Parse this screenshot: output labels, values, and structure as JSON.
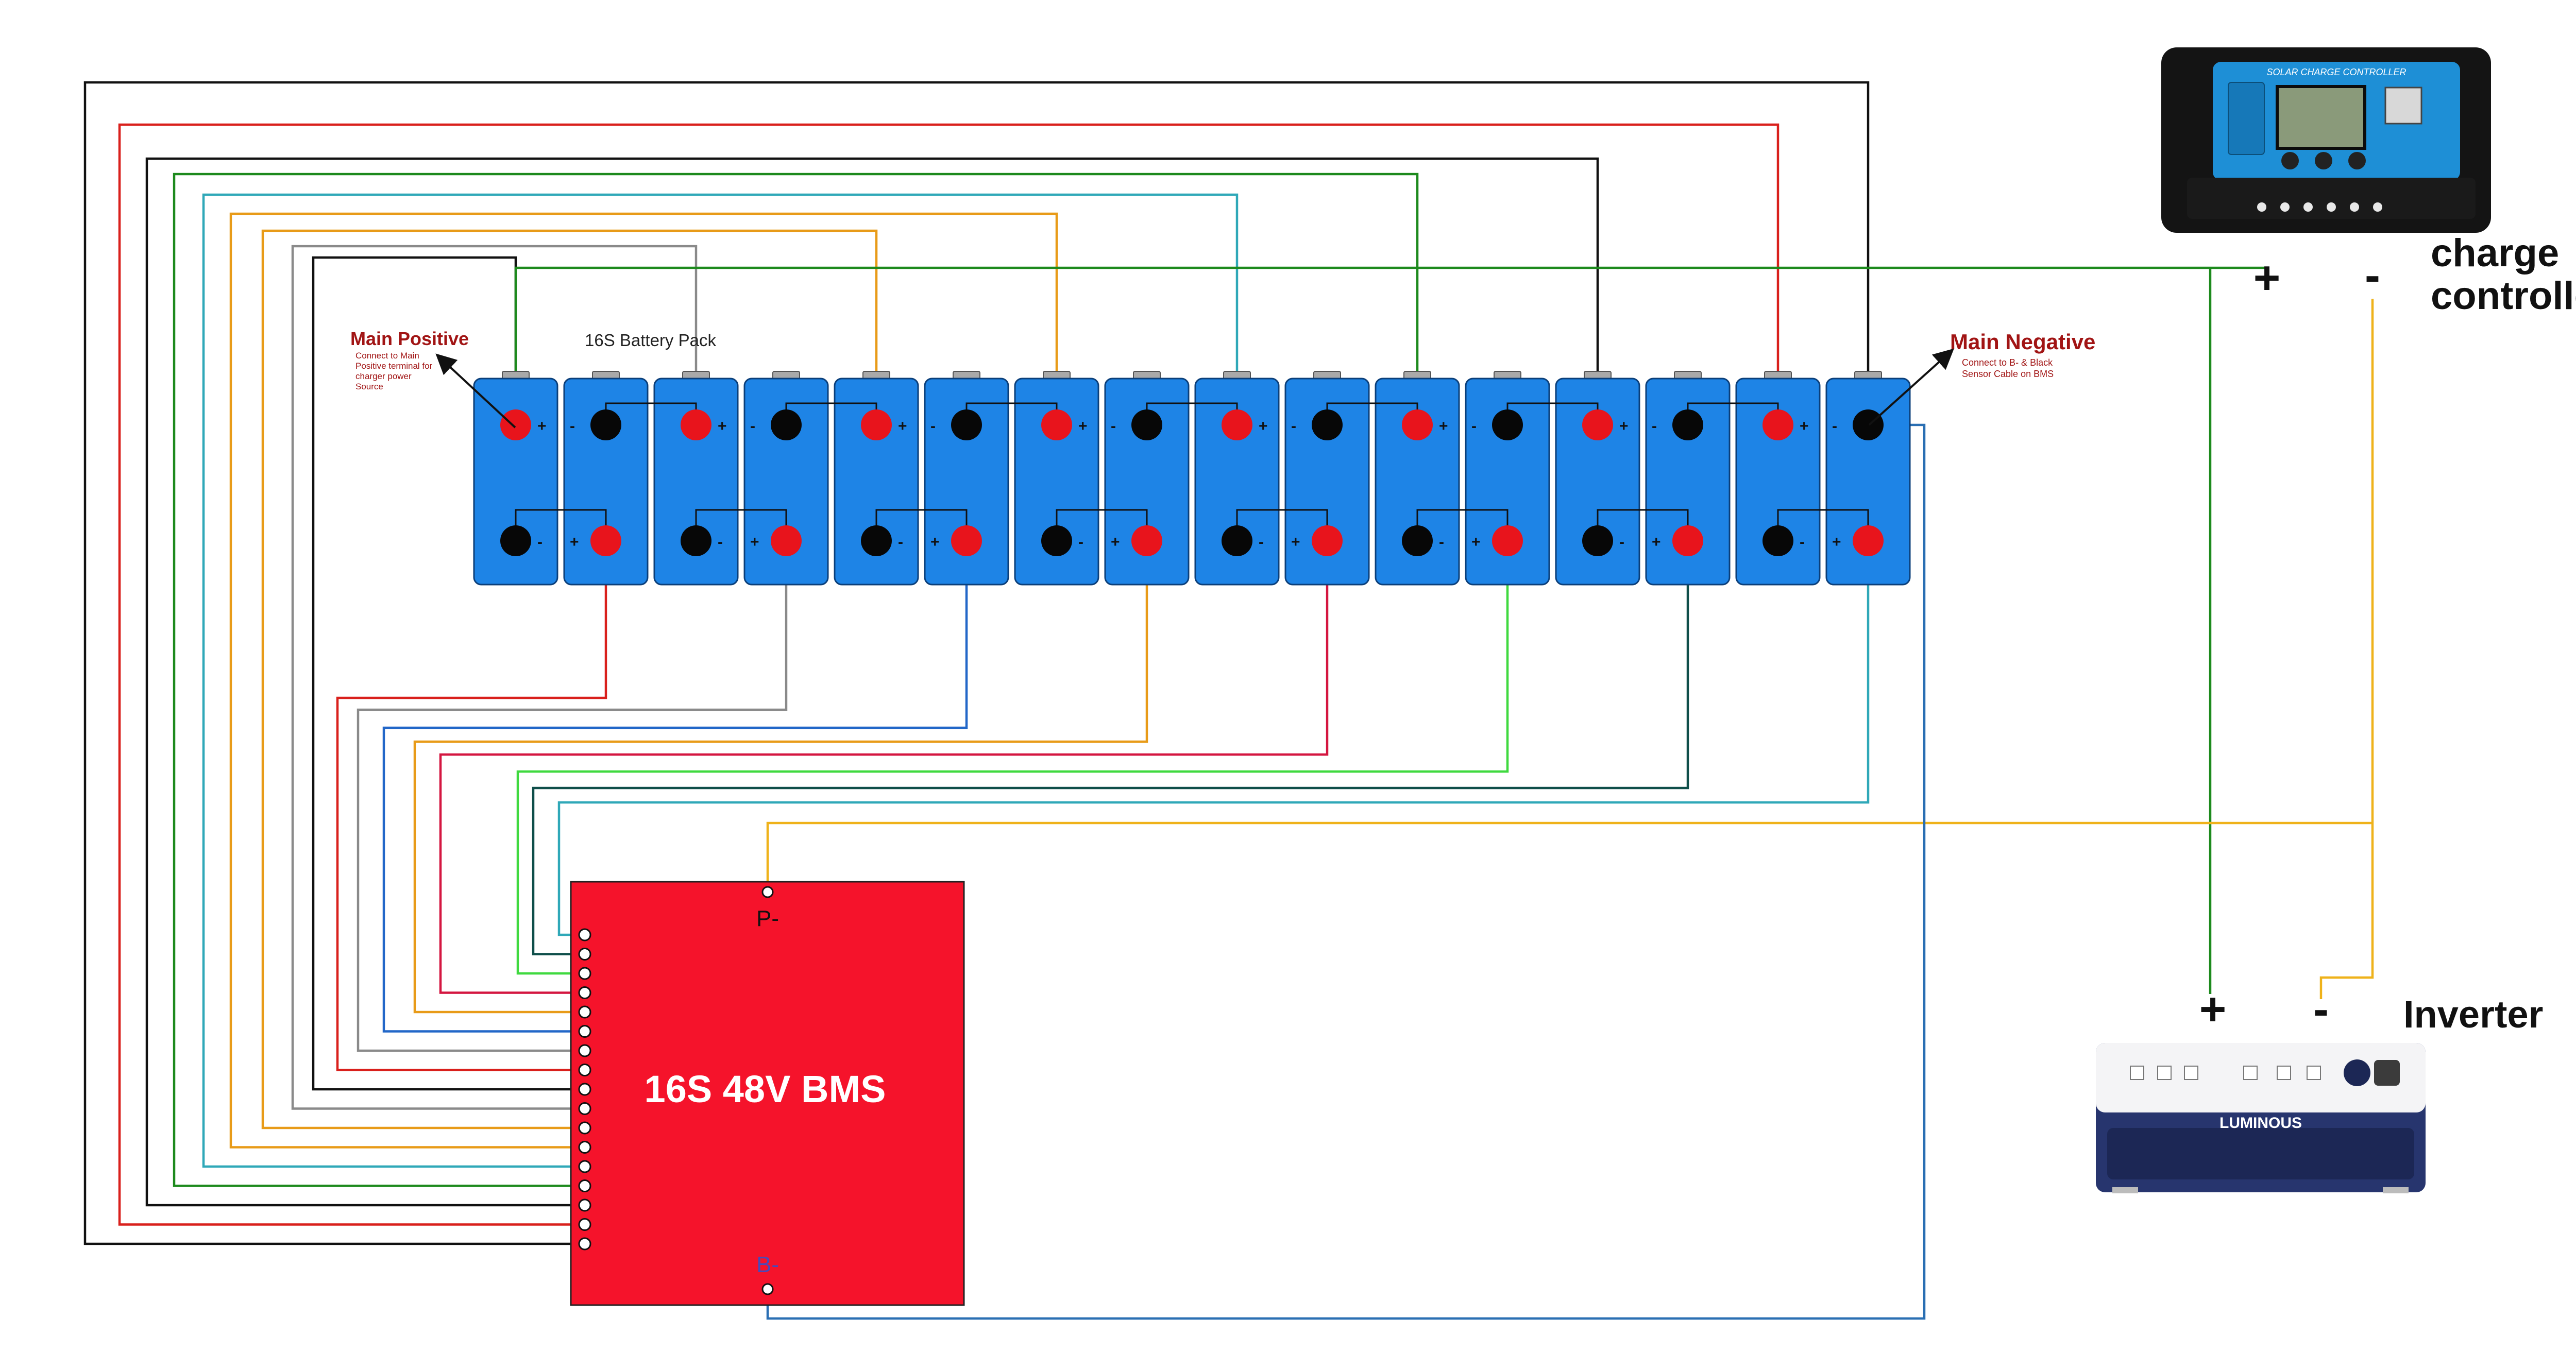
{
  "pack": {
    "title": "16S Battery Pack",
    "main_positive_title": "Main Positive",
    "main_positive_note": [
      "Connect to Main",
      "Positive terminal for",
      "charger power",
      "Source"
    ],
    "main_negative_title": "Main Negative",
    "main_negative_note": [
      "Connect to B- & Black",
      "Sensor Cable on BMS"
    ],
    "plus_sign": "+",
    "minus_sign": "-"
  },
  "bms": {
    "label": "16S 48V BMS",
    "p_minus": "P-",
    "b_minus": "B-",
    "sensor_pin_count": 17,
    "color": "#f5132b"
  },
  "charge_controller": {
    "label_line1": "charge",
    "label_line2": "controller",
    "device_text": "SOLAR CHARGE CONTROLLER",
    "plus": "+",
    "minus": "-"
  },
  "inverter": {
    "label": "Inverter",
    "brand": "LUMINOUS",
    "plus": "+",
    "minus": "-"
  },
  "wire_colors": {
    "red": "#d9201c",
    "black": "#111111",
    "green": "#1d8a1d",
    "light_green": "#3fd93f",
    "teal": "#2fa8b8",
    "orange": "#e89b18",
    "gray": "#8a8a8a",
    "blue": "#2267c8",
    "crimson": "#d41640",
    "dark_teal": "#0f4f4a",
    "amber": "#efb21a",
    "steel_blue": "#2a6fb3"
  },
  "cells": [
    {
      "top": "+",
      "bottom": "-"
    },
    {
      "top": "-",
      "bottom": "+"
    },
    {
      "top": "+",
      "bottom": "-"
    },
    {
      "top": "-",
      "bottom": "+"
    },
    {
      "top": "+",
      "bottom": "-"
    },
    {
      "top": "-",
      "bottom": "+"
    },
    {
      "top": "+",
      "bottom": "-"
    },
    {
      "top": "-",
      "bottom": "+"
    },
    {
      "top": "+",
      "bottom": "-"
    },
    {
      "top": "-",
      "bottom": "+"
    },
    {
      "top": "+",
      "bottom": "-"
    },
    {
      "top": "-",
      "bottom": "+"
    },
    {
      "top": "+",
      "bottom": "-"
    },
    {
      "top": "-",
      "bottom": "+"
    },
    {
      "top": "+",
      "bottom": "-"
    },
    {
      "top": "-",
      "bottom": "+"
    }
  ]
}
